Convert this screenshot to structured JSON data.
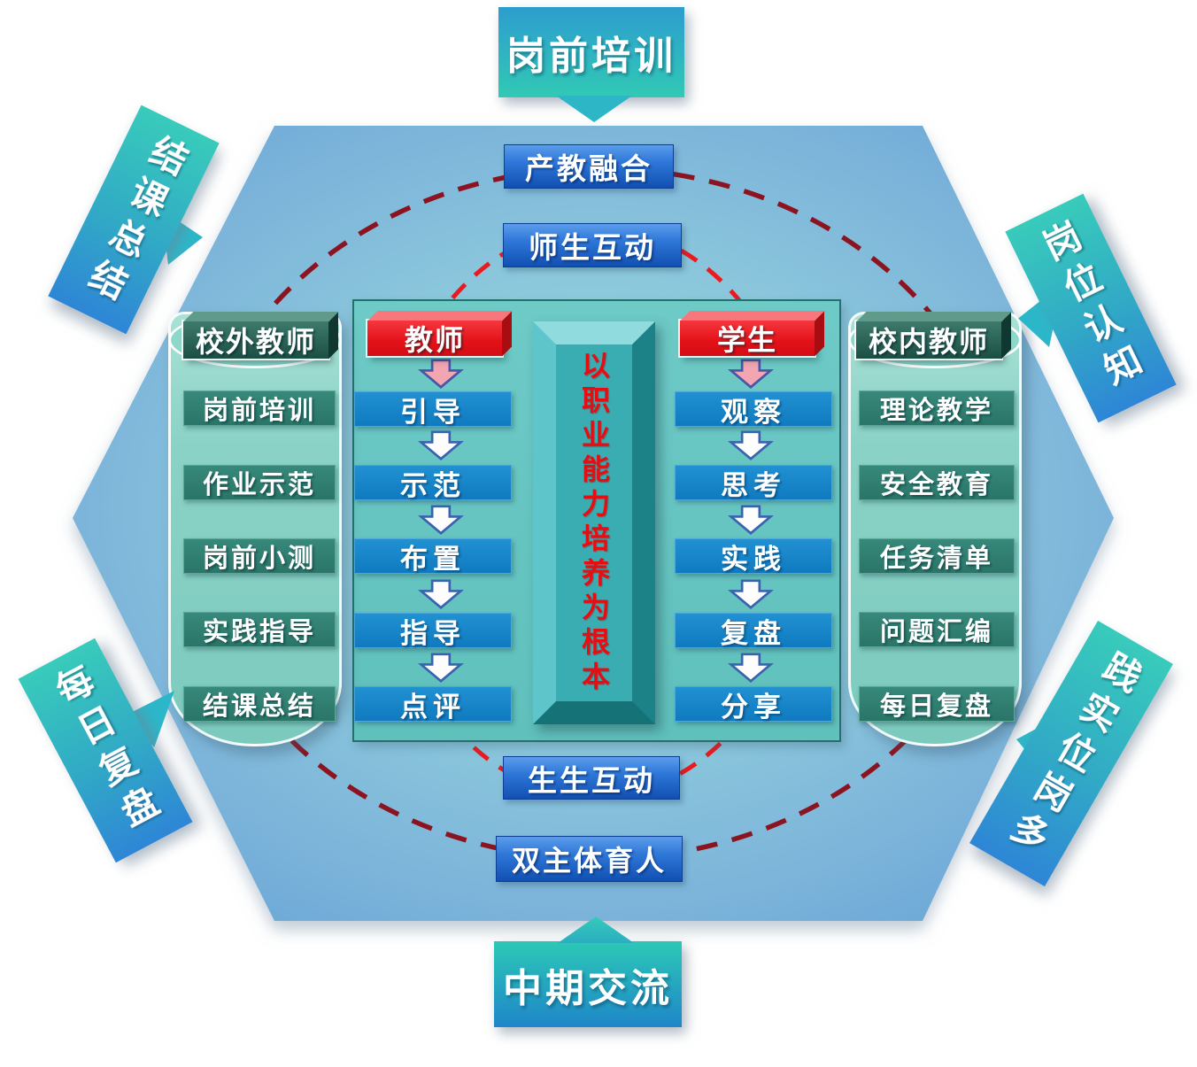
{
  "corner_banners": {
    "top": "岗前培训",
    "top_left": "结课总结",
    "top_right": "岗位认知",
    "bottom_left": "每日复盘",
    "bottom_right": "多岗位实践",
    "bottom": "中期交流"
  },
  "ring_labels": {
    "outer_top": "产教融合",
    "inner_top": "师生互动",
    "inner_bottom": "生生互动",
    "outer_bottom": "双主体育人"
  },
  "center_pillar": {
    "text": "以职业能力培养为根本"
  },
  "external_teacher": {
    "header": "校外教师",
    "items": [
      "岗前培训",
      "作业示范",
      "岗前小测",
      "实践指导",
      "结课总结"
    ]
  },
  "teacher_flow": {
    "header": "教师",
    "items": [
      "引导",
      "示范",
      "布置",
      "指导",
      "点评"
    ]
  },
  "student_flow": {
    "header": "学生",
    "items": [
      "观察",
      "思考",
      "实践",
      "复盘",
      "分享"
    ]
  },
  "internal_teacher": {
    "header": "校内教师",
    "items": [
      "理论教学",
      "安全教育",
      "任务清单",
      "问题汇编",
      "每日复盘"
    ]
  },
  "palette": {
    "hexagon_blue": "#79b4dc",
    "panel_teal": "#65c6c2",
    "cylinder_teal": "#8ad3c7",
    "item_green": "#2f8173",
    "flow_blue": "#1485c9",
    "header_red": "#ee1b23",
    "header_green": "#2a6557",
    "label_blue": "#1f63c8",
    "banner_teal": "#35c8b8",
    "banner_blue": "#2e86d4",
    "dash_outer_red": "#8c1420",
    "dash_inner_red": "#ea1b1f",
    "pillar_text_red": "#e60e13"
  }
}
